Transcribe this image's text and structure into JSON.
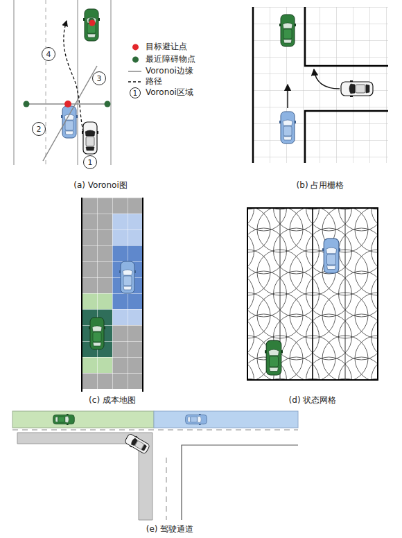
{
  "diagram": {
    "nodes": [
      {
        "text": [
          "4"
        ]
      },
      {
        "text": [
          "3"
        ]
      },
      {
        "text": [
          "2"
        ]
      },
      {
        "text": [
          "1"
        ]
      }
    ],
    "labels": [
      "1",
      "(a) Voronoi图",
      "(b) 占用栅格",
      "(c) 成本地图",
      "(d) 状态网格",
      "(e) 驾驶通道"
    ],
    "legend": [
      {
        "text": "目标避让点",
        "color": "#e3262b"
      },
      {
        "text": "最近障碍物点",
        "color": "#2d6b3a"
      },
      {
        "text": "Voronoi边缘"
      },
      {
        "text": "路径"
      },
      {
        "text": "Voronoi区域"
      }
    ]
  }
}
